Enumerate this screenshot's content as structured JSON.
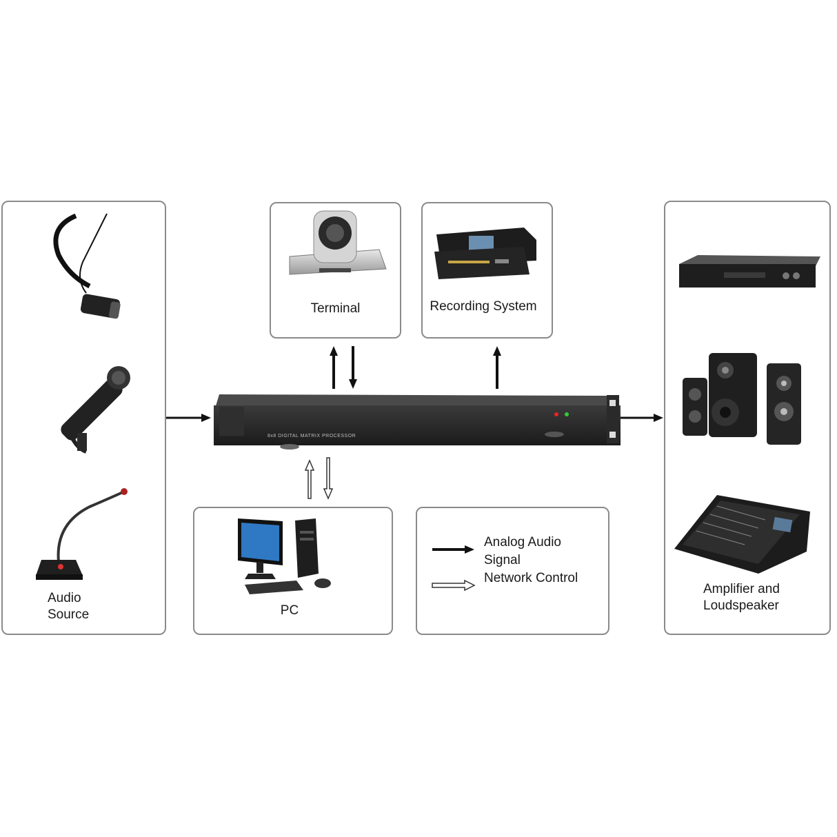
{
  "source_box": {
    "label_line1": "Audio",
    "label_line2": "Source"
  },
  "terminal_box": {
    "label": "Terminal"
  },
  "recording_box": {
    "label": "Recording System"
  },
  "output_box": {
    "label_line1": "Amplifier and",
    "label_line2": "Loudspeaker"
  },
  "pc_box": {
    "label": "PC"
  },
  "legend": {
    "analog_line1": "Analog Audio",
    "analog_line2": "Signal",
    "network": "Network Control"
  },
  "device": {
    "panel_text": "8x8 DIGITAL MATRIX PROCESSOR"
  },
  "colors": {
    "border": "#8a8a8a",
    "arrow": "#111111",
    "device": "#2b2b2b"
  }
}
